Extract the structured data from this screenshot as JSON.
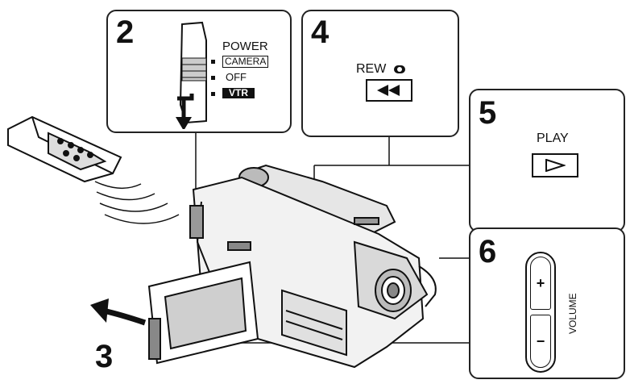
{
  "steps": {
    "step2": {
      "number": "2",
      "title": "POWER",
      "options": [
        "CAMERA",
        "OFF",
        "VTR"
      ]
    },
    "step3": {
      "number": "3"
    },
    "step4": {
      "number": "4",
      "label": "REW",
      "icon": "rewind-double-left-arrow-icon"
    },
    "step5": {
      "number": "5",
      "label": "PLAY",
      "icon": "play-triangle-icon"
    },
    "step6": {
      "number": "6",
      "label": "VOLUME",
      "plus": "+",
      "minus": "−"
    }
  },
  "illustration": {
    "camcorder": "camcorder-with-flip-lcd-icon",
    "remote": "remote-control-icon"
  },
  "colors": {
    "ink": "#111111",
    "paper": "#ffffff"
  }
}
